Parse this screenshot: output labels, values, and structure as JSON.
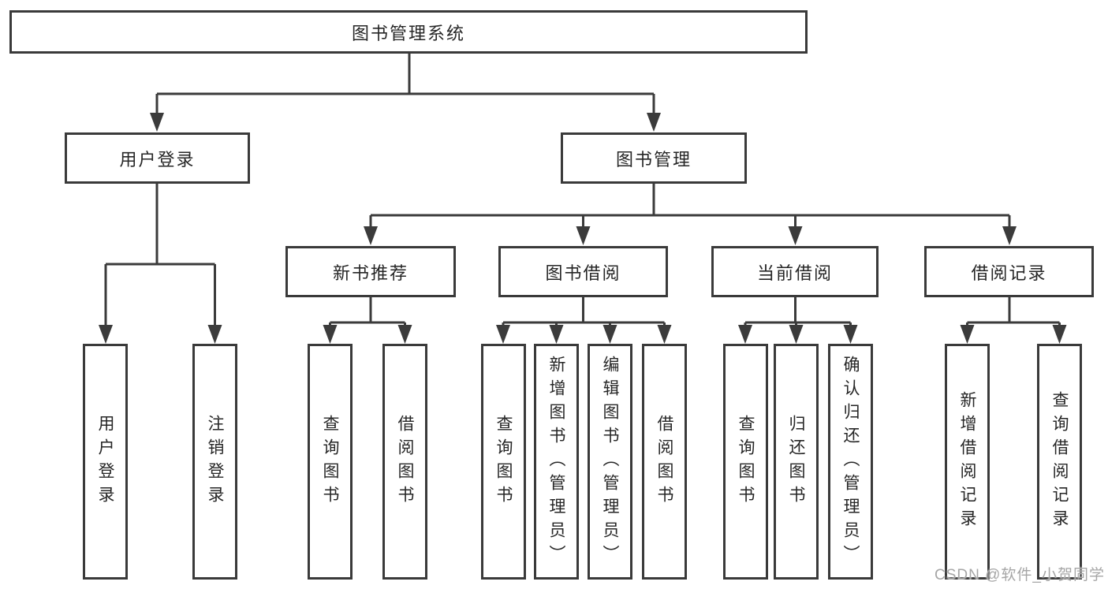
{
  "diagram": {
    "tree": {
      "label": "图书管理系统",
      "children": [
        {
          "label": "用户登录",
          "children": [
            {
              "label": "用户登录"
            },
            {
              "label": "注销登录"
            }
          ]
        },
        {
          "label": "图书管理",
          "children": [
            {
              "label": "新书推荐",
              "children": [
                {
                  "label": "查询图书"
                },
                {
                  "label": "借阅图书"
                }
              ]
            },
            {
              "label": "图书借阅",
              "children": [
                {
                  "label": "查询图书"
                },
                {
                  "label": "新增图书（管理员）"
                },
                {
                  "label": "编辑图书（管理员）"
                },
                {
                  "label": "借阅图书"
                }
              ]
            },
            {
              "label": "当前借阅",
              "children": [
                {
                  "label": "查询图书"
                },
                {
                  "label": "归还图书"
                },
                {
                  "label": "确认归还（管理员）"
                }
              ]
            },
            {
              "label": "借阅记录",
              "children": [
                {
                  "label": "新增借阅记录"
                },
                {
                  "label": "查询借阅记录"
                }
              ]
            }
          ]
        }
      ]
    },
    "watermark": "CSDN @软件_小贺同学",
    "colors": {
      "line": "#3b3b3b",
      "box_border": "#3a3a3a",
      "text": "#262626",
      "watermark": "#a6a6a6",
      "background": "#ffffff"
    }
  }
}
